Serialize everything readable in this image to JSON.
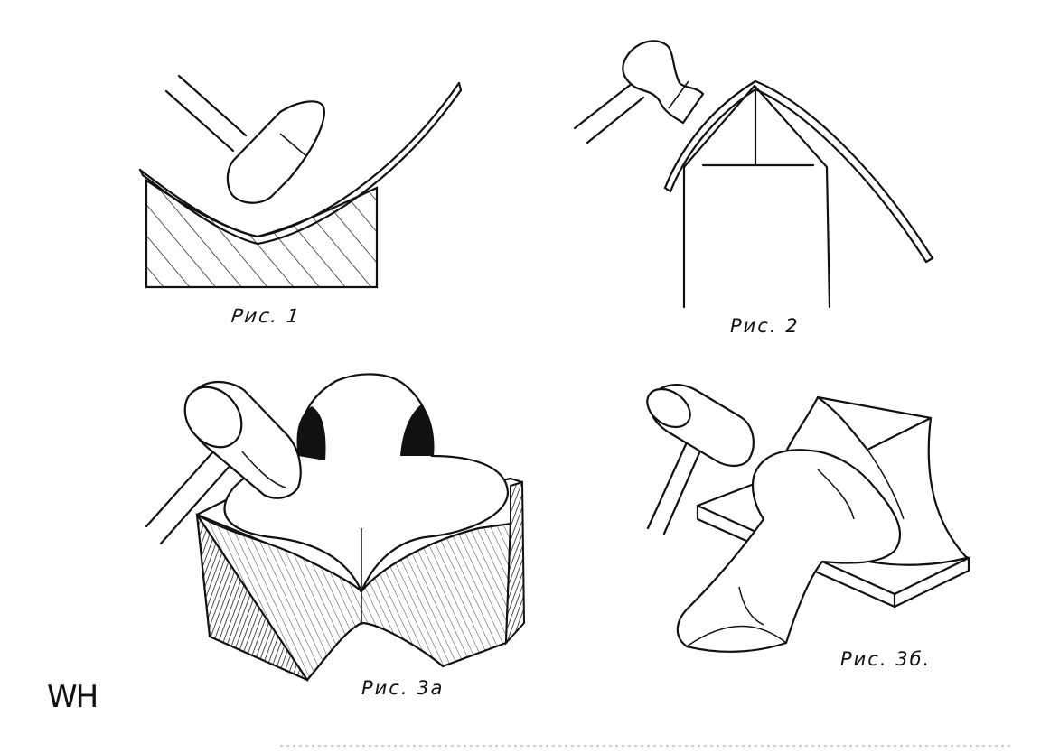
{
  "figures": {
    "fig1": {
      "caption": "Рис. 1"
    },
    "fig2": {
      "caption": "Рис. 2"
    },
    "fig3a": {
      "caption": "Рис. 3а"
    },
    "fig3b": {
      "caption": "Рис. 3б."
    }
  },
  "signature": "WH",
  "colors": {
    "ink": "#111111",
    "paper": "#ffffff"
  }
}
